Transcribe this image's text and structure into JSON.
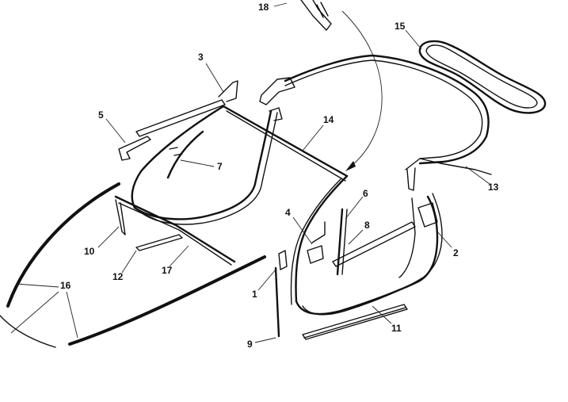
{
  "diagram": {
    "callouts": [
      {
        "id": "c18",
        "label": "18"
      },
      {
        "id": "c15",
        "label": "15"
      },
      {
        "id": "c3",
        "label": "3"
      },
      {
        "id": "c5",
        "label": "5"
      },
      {
        "id": "c14",
        "label": "14"
      },
      {
        "id": "c7",
        "label": "7"
      },
      {
        "id": "c13",
        "label": "13"
      },
      {
        "id": "c6",
        "label": "6"
      },
      {
        "id": "c4",
        "label": "4"
      },
      {
        "id": "c8",
        "label": "8"
      },
      {
        "id": "c2",
        "label": "2"
      },
      {
        "id": "c10",
        "label": "10"
      },
      {
        "id": "c12",
        "label": "12"
      },
      {
        "id": "c17",
        "label": "17"
      },
      {
        "id": "c16",
        "label": "16"
      },
      {
        "id": "c1",
        "label": "1"
      },
      {
        "id": "c9",
        "label": "9"
      },
      {
        "id": "c11",
        "label": "11"
      }
    ]
  }
}
